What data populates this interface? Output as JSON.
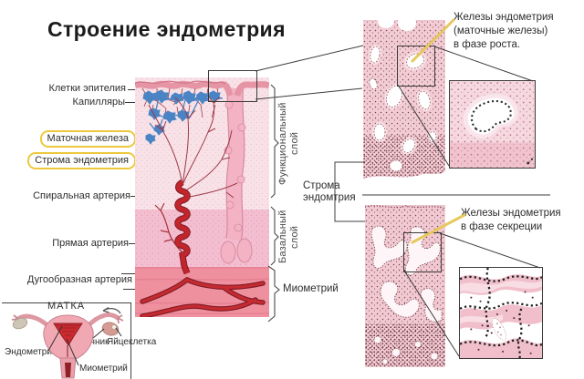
{
  "title": "Строение эндометрия",
  "labels": {
    "epithelium_cells": "Клетки эпителия",
    "capillaries": "Капилляры",
    "uterine_gland": "Маточная железа",
    "endometrial_stroma": "Строма эндометрия",
    "spiral_artery": "Спиральная артерия",
    "straight_artery": "Прямая артерия",
    "arcuate_artery": "Дугообразная артерия"
  },
  "layers": {
    "endometrium": "Эндометрий",
    "functional_line1": "Функциональный",
    "functional_line2": "слой",
    "basal_line1": "Базальный",
    "basal_line2": "слой",
    "myometrium": "Миометрий"
  },
  "histology": {
    "stroma_line1": "Строма",
    "stroma_line2": "эндомтрия",
    "growth_line1": "Железы эндометрия",
    "growth_line2": "(маточные железы)",
    "growth_line3": "в фазе роста.",
    "secretion_line1": "Железы эндометрия",
    "secretion_line2": "в фазе секреции"
  },
  "inset": {
    "title": "МАТКА",
    "endometrium": "Эндометрий",
    "ovary": "Яичник",
    "egg_cell": "Яйцеклетка",
    "myometrium": "Миометрий"
  },
  "colors": {
    "highlight_yellow": "#edc83e",
    "pointer_yellow": "#e6c85c",
    "artery_red": "#c4252c",
    "capillary_blue": "#4a84c4",
    "myometrium_pink": "#ef909f",
    "tissue_pink": "#f2ccd4"
  }
}
